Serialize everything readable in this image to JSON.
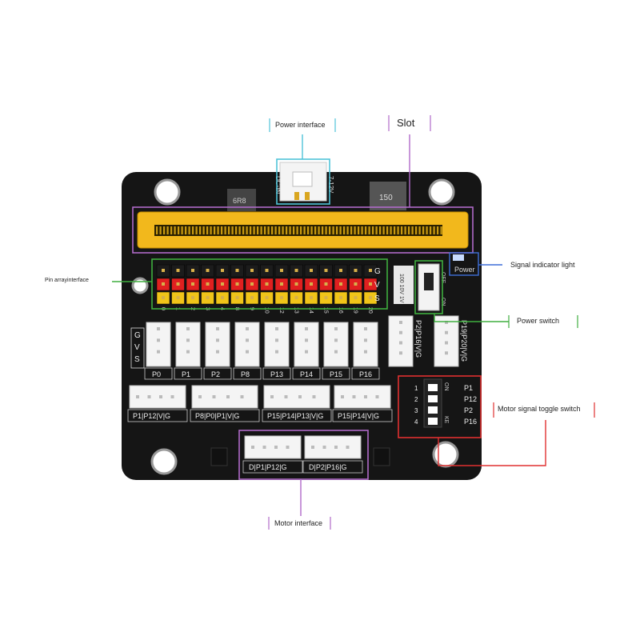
{
  "callouts": {
    "power_interface": "Power interface",
    "slot": "Slot",
    "signal_indicator_light": "Signal indicator light",
    "pin_array_interface": "Pin arrayinterface",
    "power_switch": "Power switch",
    "motor_signal_toggle_switch": "Motor signal toggle switch",
    "motor_interface": "Motor interface"
  },
  "board": {
    "power_label": "Power",
    "on_label": "ON",
    "off_label": "OFF",
    "dc_in": "DC-IN",
    "voltage": "7-12V",
    "inductor_1": "6R8",
    "inductor_2": "150",
    "capacitor": "100 10V 1V",
    "gvs_left": [
      "G",
      "V",
      "S"
    ],
    "gvs_right": [
      "G",
      "V",
      "S"
    ],
    "pin_numbers": [
      "0",
      "1",
      "2",
      "3",
      "4",
      "8",
      "9",
      "10",
      "12",
      "13",
      "14",
      "15",
      "16",
      "19",
      "20"
    ],
    "port_labels": [
      "P0",
      "P1",
      "P2",
      "P8",
      "P13",
      "P14",
      "P15",
      "P16"
    ],
    "vertical_ports": [
      "P2|P16|V|G",
      "P19|P20|V|G"
    ],
    "i2c_ports": [
      "P1|P12|V|G",
      "P8|P0|P1|V|G",
      "P15|P14|P13|V|G",
      "P15|P14|V|G"
    ],
    "motor_ports": [
      "D|P1|P12|G",
      "D|P2|P16|G"
    ],
    "dip": {
      "numbers": [
        "1",
        "2",
        "3",
        "4"
      ],
      "labels": [
        "P1",
        "P12",
        "P2",
        "P16"
      ],
      "on_text": "ON",
      "ke_text": "KE"
    }
  },
  "colors": {
    "board": "#151515",
    "slot": "#f2b81c",
    "header_black": "#1c1c1c",
    "header_red": "#e02020",
    "header_yellow": "#f0c419",
    "highlight_purple": "#b06ac9",
    "highlight_green": "#3fae3f",
    "highlight_red": "#e03030",
    "highlight_cyan": "#4fc3d8",
    "highlight_blue": "#3f6fd8"
  }
}
